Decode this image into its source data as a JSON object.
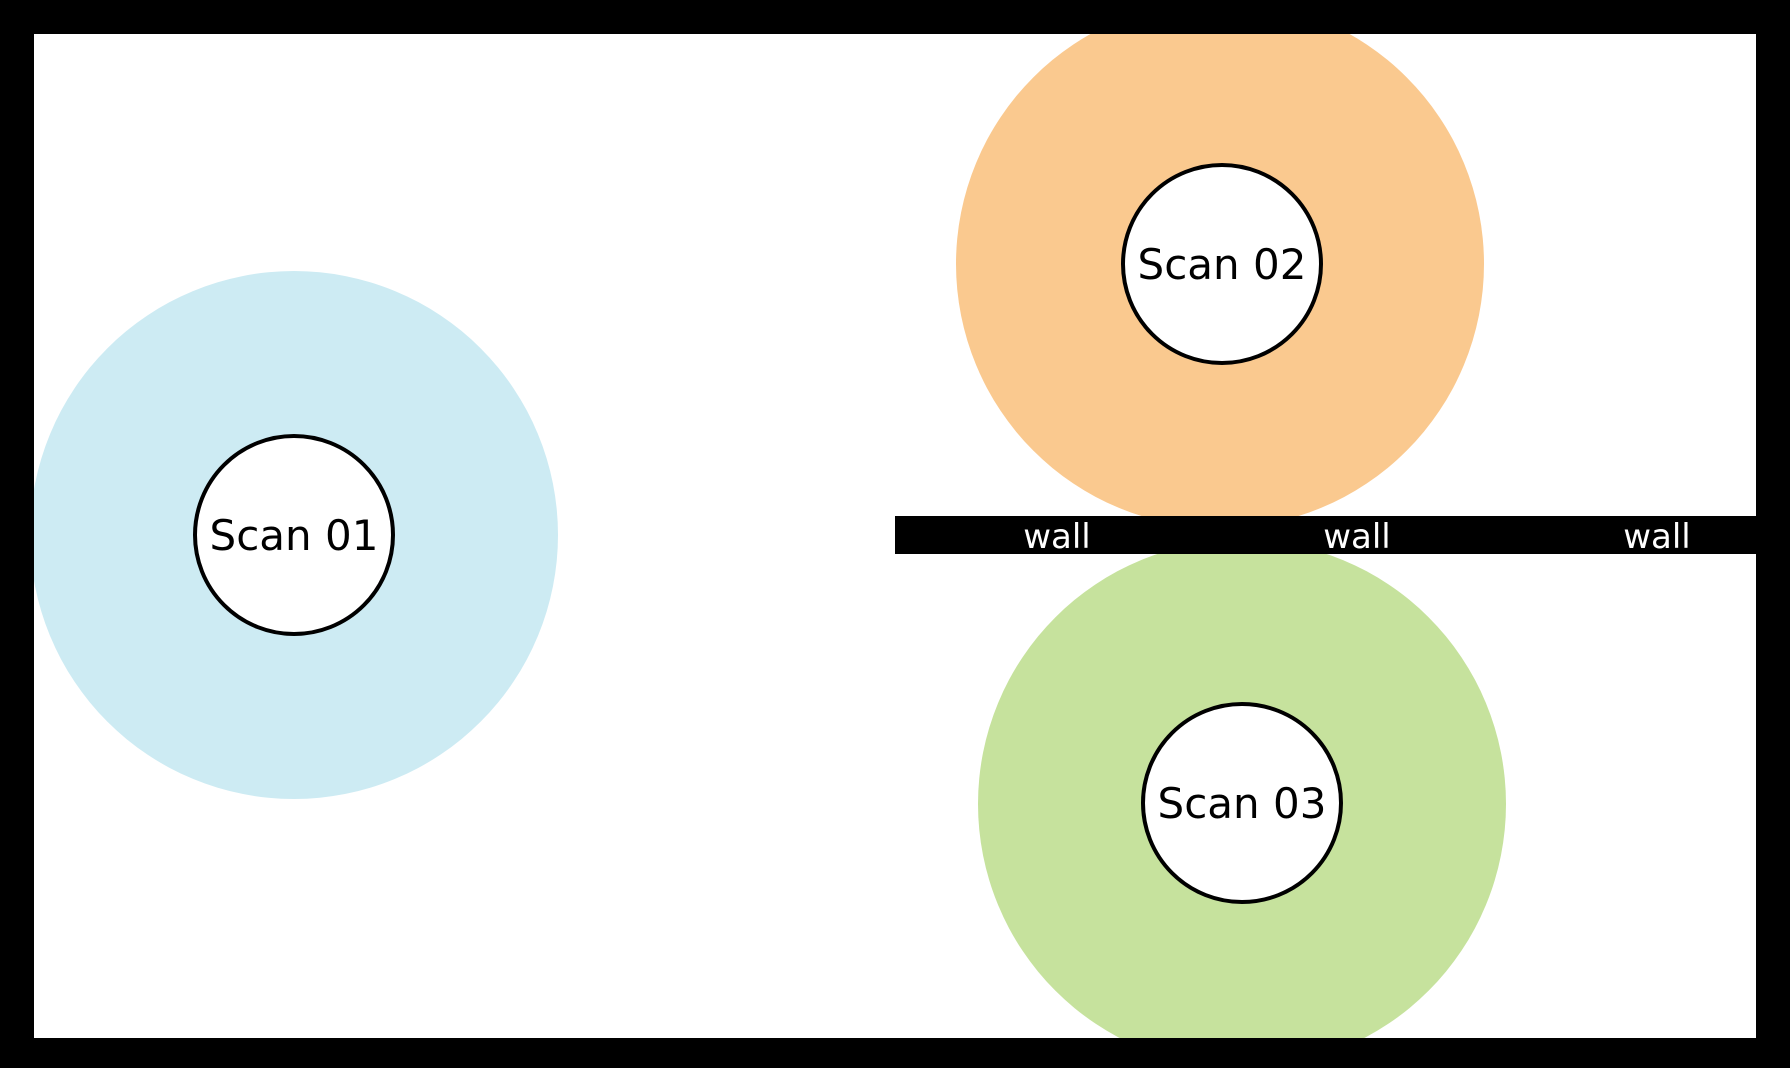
{
  "colors": {
    "frame": "#000000",
    "background": "#ffffff",
    "wall": "#000000",
    "wall_text": "#ffffff",
    "scan_01_zone": "#cdebf3",
    "scan_02_zone": "#fac98f",
    "scan_03_zone": "#c6e29d",
    "scanner_fill": "#ffffff",
    "scanner_outline": "#000000"
  },
  "scans": [
    {
      "label": "Scan 01"
    },
    {
      "label": "Scan 02"
    },
    {
      "label": "Scan 03"
    }
  ],
  "wall": {
    "labels": [
      "wall",
      "wall",
      "wall"
    ]
  }
}
